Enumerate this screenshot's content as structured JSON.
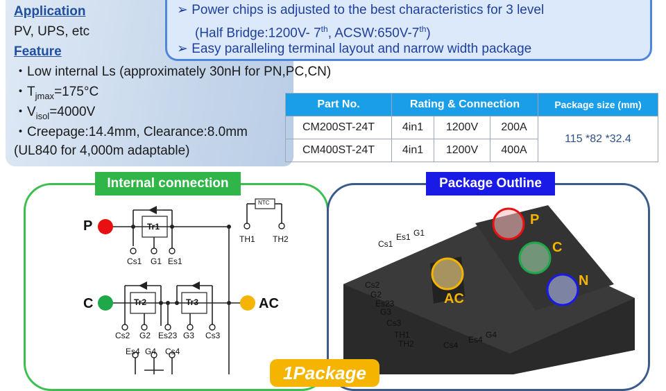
{
  "info": {
    "application_heading": "Application",
    "application_text": "PV, UPS, etc",
    "feature_heading": "Feature",
    "feature_1": "・Low internal Ls (approximately 30nH for PN,PC,CN)",
    "tj_prefix": "・T",
    "tj_sub": "jmax",
    "tj_value": "=175°C",
    "visol_prefix": "・V",
    "visol_sub": "isol",
    "visol_value": "=4000V",
    "feature_4": "・Creepage:14.4mm, Clearance:8.0mm",
    "feature_5": " (UL840 for 4,000m adaptable)"
  },
  "callout": {
    "line1": "➢ Power chips is adjusted to the best characteristics for 3 level",
    "line2a": "(Half Bridge:1200V- 7",
    "line2b": "th",
    "line2c": ", ACSW:650V-7",
    "line2d": "th",
    "line2e": ")",
    "line3": "➢ Easy paralleling terminal layout and narrow width package"
  },
  "table": {
    "headers": [
      "Part No.",
      "Rating & Connection",
      "Package size (mm)"
    ],
    "rows": [
      {
        "part": "CM200ST-24T",
        "conn": "4in1",
        "volt": "1200V",
        "amp": "200A"
      },
      {
        "part": "CM400ST-24T",
        "conn": "4in1",
        "volt": "1200V",
        "amp": "400A"
      }
    ],
    "package_size": "115 *82 *32.4"
  },
  "internal": {
    "title": "Internal connection",
    "P": "P",
    "C": "C",
    "AC": "AC",
    "tr1": "Tr1",
    "tr2": "Tr2",
    "tr3": "Tr3",
    "ntc": "NTC",
    "th1": "TH1",
    "th2": "TH2",
    "cs1": "Cs1",
    "g1": "G1",
    "es1": "Es1",
    "cs2": "Cs2",
    "g2": "G2",
    "es23": "Es23",
    "g3": "G3",
    "cs3": "Cs3",
    "es4": "Es4",
    "g4": "G4",
    "cs4": "Cs4",
    "colors": {
      "P": "#e81010",
      "C": "#1ea84a",
      "AC": "#f5b400"
    }
  },
  "outline": {
    "title": "Package Outline",
    "cs1": "Cs1",
    "es1": "Es1",
    "g1": "G1",
    "cs2": "Cs2",
    "g2": "G2",
    "es23": "Es23",
    "g3": "G3",
    "cs3": "Cs3",
    "th1": "TH1",
    "th2": "TH2",
    "cs4": "Cs4",
    "es4": "Es4",
    "g4": "G4",
    "P": "P",
    "C": "C",
    "N": "N",
    "AC": "AC"
  },
  "badge": "1Package"
}
